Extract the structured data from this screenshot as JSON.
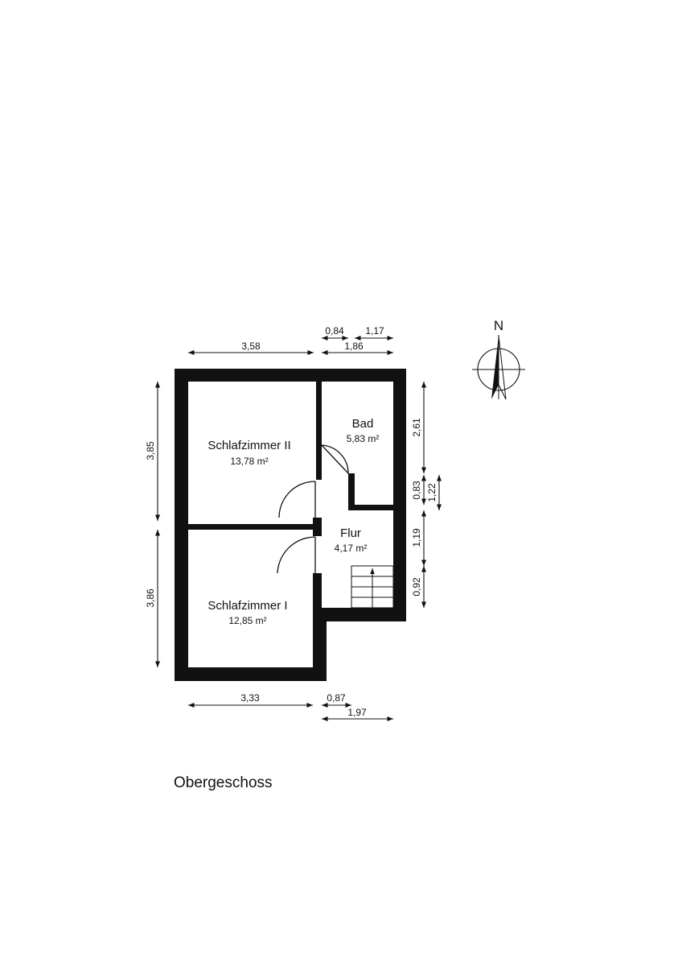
{
  "floor": {
    "title": "Obergeschoss"
  },
  "compass": {
    "label": "N"
  },
  "rooms": [
    {
      "name": "Schlafzimmer II",
      "area": "13,78 m²"
    },
    {
      "name": "Bad",
      "area": "5,83 m²"
    },
    {
      "name": "Flur",
      "area": "4,17 m²"
    },
    {
      "name": "Schlafzimmer I",
      "area": "12,85 m²"
    }
  ],
  "dimensions": {
    "top": [
      "3,58",
      "0,84",
      "1,17",
      "1,86"
    ],
    "left": [
      "3,85",
      "3,86"
    ],
    "right": [
      "2,61",
      "0,83",
      "1,22",
      "1,19",
      "0,92"
    ],
    "bottom": [
      "3,33",
      "0,87",
      "1,97"
    ]
  },
  "colors": {
    "wall": "#111111",
    "line": "#111111",
    "background": "#ffffff"
  }
}
